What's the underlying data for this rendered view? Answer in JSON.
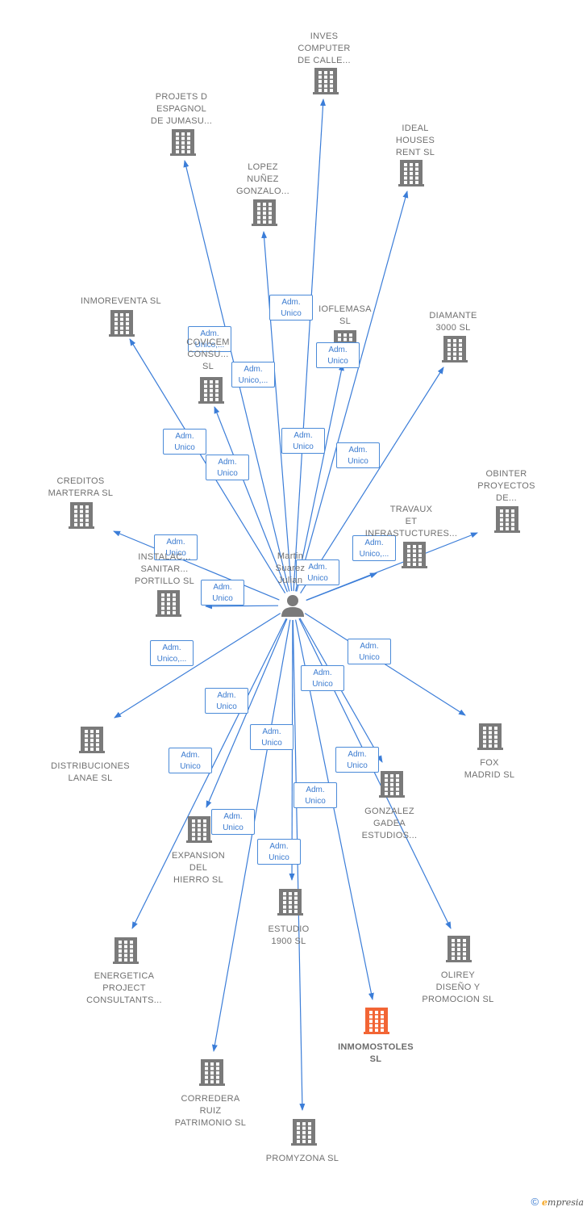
{
  "colors": {
    "edge": "#3b7dd8",
    "building": "#7a7a7a",
    "building_focus": "#f26535",
    "person": "#7a7a7a"
  },
  "center": {
    "label": [
      "Martin",
      "Suarez",
      "Julian"
    ],
    "icon": "person-icon"
  },
  "nodes": [
    {
      "id": "inves",
      "label": [
        "INVES",
        "COMPUTER",
        "DE CALLE..."
      ],
      "icon": "building-icon"
    },
    {
      "id": "projets",
      "label": [
        "PROJETS D",
        "ESPAGNOL",
        "DE JUMASU..."
      ],
      "icon": "building-icon"
    },
    {
      "id": "ideal",
      "label": [
        "IDEAL",
        "HOUSES",
        "RENT  SL"
      ],
      "icon": "building-icon"
    },
    {
      "id": "lopez",
      "label": [
        "LOPEZ",
        "NUÑEZ",
        "GONZALO..."
      ],
      "icon": "building-icon"
    },
    {
      "id": "inmoreventa",
      "label": [
        "INMOREVENTA SL"
      ],
      "icon": "building-icon"
    },
    {
      "id": "ioflemasa",
      "label": [
        "IOFLEMASA",
        "SL"
      ],
      "icon": "building-icon"
    },
    {
      "id": "diamante",
      "label": [
        "DIAMANTE",
        "3000 SL"
      ],
      "icon": "building-icon"
    },
    {
      "id": "covicem",
      "label": [
        "COVICEM",
        "CONSU...",
        "SL"
      ],
      "icon": "building-icon"
    },
    {
      "id": "creditos",
      "label": [
        "CREDITOS",
        "MARTERRA SL"
      ],
      "icon": "building-icon"
    },
    {
      "id": "obinter",
      "label": [
        "OBINTER",
        "PROYECTOS",
        "DE..."
      ],
      "icon": "building-icon"
    },
    {
      "id": "travaux",
      "label": [
        "TRAVAUX",
        "ET",
        "INFRASTUCTURES..."
      ],
      "icon": "building-icon"
    },
    {
      "id": "instalac",
      "label": [
        "INSTALAC...",
        "SANITAR...",
        "PORTILLO SL"
      ],
      "icon": "building-icon"
    },
    {
      "id": "distribuciones",
      "label": [
        "DISTRIBUCIONES",
        "LANAE SL"
      ],
      "icon": "building-icon"
    },
    {
      "id": "fox",
      "label": [
        "FOX",
        "MADRID  SL"
      ],
      "icon": "building-icon"
    },
    {
      "id": "gonzalez",
      "label": [
        "GONZALEZ",
        "GADEA",
        "ESTUDIOS..."
      ],
      "icon": "building-icon"
    },
    {
      "id": "expansion",
      "label": [
        "EXPANSION",
        "DEL",
        "HIERRO SL"
      ],
      "icon": "building-icon"
    },
    {
      "id": "estudio",
      "label": [
        "ESTUDIO",
        "1900 SL"
      ],
      "icon": "building-icon"
    },
    {
      "id": "energetica",
      "label": [
        "ENERGETICA",
        "PROJECT",
        "CONSULTANTS..."
      ],
      "icon": "building-icon"
    },
    {
      "id": "olirey",
      "label": [
        "OLIREY",
        "DISEÑO Y",
        "PROMOCION SL"
      ],
      "icon": "building-icon"
    },
    {
      "id": "inmomostoles",
      "label": [
        "INMOMOSTOLES",
        "SL"
      ],
      "icon": "building-icon",
      "focus": true
    },
    {
      "id": "corredera",
      "label": [
        "CORREDERA",
        "RUIZ",
        "PATRIMONIO SL"
      ],
      "icon": "building-icon"
    },
    {
      "id": "promyzona",
      "label": [
        "PROMYZONA SL"
      ],
      "icon": "building-icon"
    }
  ],
  "edges": [
    {
      "to": "inves",
      "label": [
        "Adm.",
        "Unico"
      ]
    },
    {
      "to": "projets",
      "label": [
        "Adm.",
        "Unico,..."
      ]
    },
    {
      "to": "ideal",
      "label": [
        "Adm.",
        "Unico"
      ]
    },
    {
      "to": "lopez",
      "label": [
        "Adm.",
        "Unico,..."
      ]
    },
    {
      "to": "inmoreventa",
      "label": [
        "Adm.",
        "Unico"
      ]
    },
    {
      "to": "ioflemasa",
      "label": [
        "Adm.",
        "Unico"
      ]
    },
    {
      "to": "diamante",
      "label": [
        "Adm.",
        "Unico"
      ]
    },
    {
      "to": "covicem",
      "label": [
        "Adm.",
        "Unico"
      ]
    },
    {
      "to": "creditos",
      "label": [
        "Adm.",
        "Unico"
      ]
    },
    {
      "to": "obinter",
      "label": [
        "Adm.",
        "Unico,..."
      ]
    },
    {
      "to": "travaux",
      "label": [
        "Adm.",
        "Unico"
      ]
    },
    {
      "to": "instalac",
      "label": [
        "Adm.",
        "Unico"
      ]
    },
    {
      "to": "distribuciones",
      "label": [
        "Adm.",
        "Unico,..."
      ]
    },
    {
      "to": "fox",
      "label": [
        "Adm.",
        "Unico"
      ]
    },
    {
      "to": "gonzalez",
      "label": [
        "Adm.",
        "Unico"
      ]
    },
    {
      "to": "expansion",
      "label": [
        "Adm.",
        "Unico"
      ]
    },
    {
      "to": "estudio",
      "label": [
        "Adm.",
        "Unico"
      ]
    },
    {
      "to": "energetica",
      "label": [
        "Adm.",
        "Unico"
      ]
    },
    {
      "to": "olirey",
      "label": [
        "Adm.",
        "Unico"
      ]
    },
    {
      "to": "inmomostoles",
      "label": [
        "Adm.",
        "Unico"
      ]
    },
    {
      "to": "corredera",
      "label": [
        "Adm.",
        "Unico"
      ]
    },
    {
      "to": "promyzona",
      "label": [
        "Adm.",
        "Unico"
      ]
    }
  ],
  "footer": {
    "copyright": "©",
    "brand_initial": "e",
    "brand_rest": "mpresia"
  }
}
